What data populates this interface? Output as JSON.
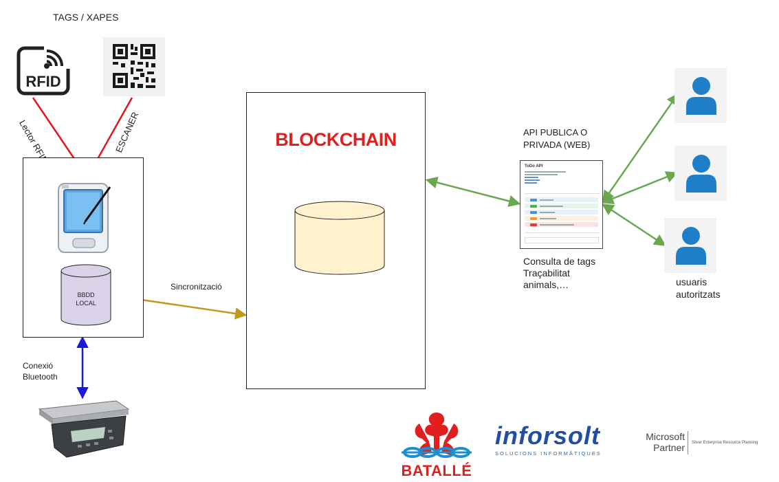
{
  "tags_heading": "TAGS / XAPES",
  "rfid_icon": {
    "icon": "rfid-icon",
    "text": "RFID"
  },
  "qr_icon": {
    "icon": "qr-code-icon"
  },
  "lector_rfid_label": "Lector RFID",
  "escaner_label": "ESCANER",
  "local_db_label_line1": "BBDD",
  "local_db_label_line2": "LOCAL",
  "sync_label": "Sincronització",
  "blockchain_title": "BLOCKCHAIN",
  "api_title_line1": "API PUBLICA O",
  "api_title_line2": "PRIVADA (WEB)",
  "api_screenshot": {
    "title": "ToDo API"
  },
  "api_caption_line1": "Consulta de tags",
  "api_caption_line2": "Traçabilitat",
  "api_caption_line3": "animals,…",
  "users_label_line1": "usuaris",
  "users_label_line2": "autoritzats",
  "bluetooth_label_line1": "Conexió",
  "bluetooth_label_line2": "Bluetooth",
  "logos": {
    "batalle": "BATALLÉ",
    "inforsolt_main": "inforsolt",
    "inforsolt_sub": "SOLUCIONS INFORMÀTIQUES",
    "microsoft_line1": "Microsoft",
    "microsoft_line2": "Partner",
    "microsoft_tagline": "Silver Enterprise Resource Planning"
  },
  "colors": {
    "rfid_arrow": "#e8141c",
    "sync_arrow": "#c09a1f",
    "web_arrow": "#6aa84f",
    "bluetooth_arrow": "#1a1adb",
    "blockchain_title": "#e21f1f",
    "db_fill": "#fff2cc",
    "local_db_fill": "#d9d2e9",
    "user_icon": "#1e7fc8"
  }
}
